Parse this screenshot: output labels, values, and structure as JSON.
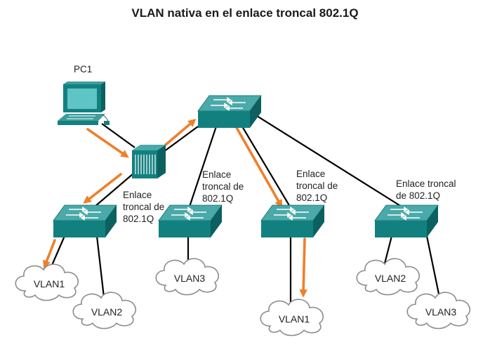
{
  "title": "VLAN nativa en el enlace troncal 802.1Q",
  "pc_label": "PC1",
  "trunk_labels": {
    "left": [
      "Enlace",
      "troncal de",
      "802.1Q"
    ],
    "mid": [
      "Enlace",
      "troncal de",
      "802.1Q"
    ],
    "center": [
      "Enlace",
      "troncal de",
      "802.1Q"
    ],
    "right": [
      "Enlace troncal",
      "de 802.1Q"
    ]
  },
  "clouds": {
    "s1_a": "VLAN1",
    "s1_b": "VLAN2",
    "s2_a": "VLAN3",
    "s3_a": "VLAN1",
    "s4_a": "VLAN2",
    "s4_b": "VLAN3"
  },
  "colors": {
    "switch_top": "#4aa9a9",
    "switch_front": "#138080",
    "switch_side": "#0c6060",
    "traffic": "#f07f2a",
    "link": "#000000"
  },
  "icons": {
    "switch": "switch-icon",
    "hub": "hub-icon",
    "pc": "computer-icon",
    "cloud": "cloud-icon"
  }
}
